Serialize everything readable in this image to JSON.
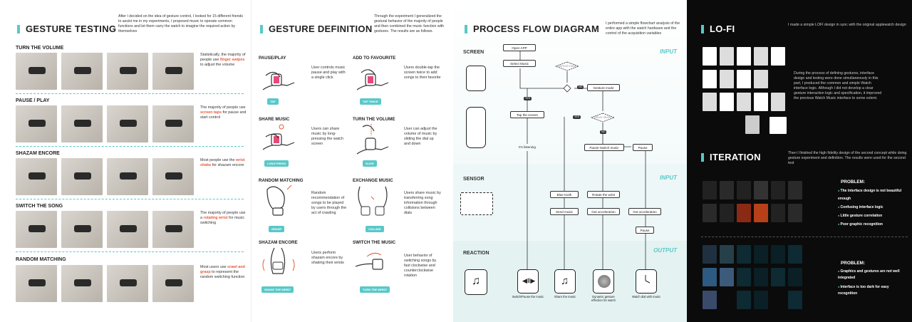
{
  "colors": {
    "accent": "#5ac8c8",
    "highlight": "#e85a3a",
    "dark": "#0b0b0b"
  },
  "testing": {
    "title": "GESTURE TESTING",
    "intro": "After I decided on the idea of gesture control, I looked for 15 different friends to assist me in my experiments, I proposed music to operate common functions and let them carry the watch to imagine the required action by themselves",
    "rows": [
      {
        "title": "TURN THE VOLUME",
        "pre": "Statistically, the majority of people use ",
        "hl": "finger swipes",
        "post": " to adjust the volume"
      },
      {
        "title": "PAUSE / PLAY",
        "pre": "The majority of people use ",
        "hl": "screen taps",
        "post": " for pause and start control"
      },
      {
        "title": "SHAZAM ENCORE",
        "pre": "Most people use the ",
        "hl": "wrist shake",
        "post": " for shazam encore"
      },
      {
        "title": "SWITCH THE SONG",
        "pre": "The majority of people use a ",
        "hl": "rotating wrist",
        "post": " for music switching"
      },
      {
        "title": "RANDOM MATCHING",
        "pre": "Most users use ",
        "hl": "crawl and grasp",
        "post": " to represent the random switching function"
      }
    ]
  },
  "definition": {
    "title": "GESTURE DEFINITION",
    "intro": "Through the experiment I generalized the gestural behavior of the majority of people and then combined the music function with gestures. The results are as follows.",
    "items": [
      {
        "title": "PAUSE/PLAY",
        "text": "User controls music pause and play with a single click",
        "badge": "TAP"
      },
      {
        "title": "ADD TO FAVOURITE",
        "text": "Users double-tap the screen twice to add songs to their favorite",
        "badge": "TAP TWICE"
      },
      {
        "title": "SHARE MUSIC",
        "text": "Users can share music by long-pressing the watch screen",
        "badge": "LONG PRESS"
      },
      {
        "title": "TURN THE VOLUME",
        "text": "User can adjust the volume of music by sliding the dial up and down",
        "badge": "SLIDE"
      },
      {
        "title": "RANDOM MATCHING",
        "text": "Random recommendation of songs to be played by users through the act of crawling",
        "badge": "GRASP"
      },
      {
        "title": "EXCHANGE MUSIC",
        "text": "Users share music by transferring song information through collisions between dials",
        "badge": "COLLIDE"
      },
      {
        "title": "SHAZAM ENCORE",
        "text": "Users perform shazam encore by shaking their wrists",
        "badge": "SHAKE THE WRIST"
      },
      {
        "title": "SWITCH THE MUSIC",
        "text": "User behavior of switching songs by fast clockwise and counterclockwise rotation",
        "badge": "TURN THE WRIST"
      }
    ]
  },
  "flow": {
    "title": "PROCESS FLOW DIAGRAM",
    "intro": "I performed a simple flowchart analysis of the entire app with the watch hardware and the control of the acquisition variables",
    "bands": [
      {
        "label": "SCREEN",
        "io": "INPUT"
      },
      {
        "label": "SENSOR",
        "io": "INPUT"
      },
      {
        "label": "REACTION",
        "io": "OUTPUT"
      }
    ],
    "nodes": {
      "open": "Open APP",
      "select": "Select Music",
      "normal": "Normal mode",
      "gesture": "Gesture mode",
      "tap": "Tap the screen",
      "listening": "It's listening",
      "share": "Share Music",
      "pause_switch": "Pause-Switch music",
      "pause": "Pause",
      "bluetooth": "Blue tooth",
      "send": "Send music",
      "rotate": "Rotate the wrist",
      "accel1": "Get acceleration",
      "accel2": "Get acceleration",
      "pause2": "Pause",
      "yes": "YES",
      "no": "NO"
    },
    "reactions": [
      {
        "label": "Switch/Pause the music"
      },
      {
        "label": "Share the music"
      },
      {
        "label": "Dynamic gesture effection for watch"
      },
      {
        "label": "Watch dial with music"
      }
    ]
  },
  "lofi": {
    "title": "LO-FI",
    "intro": "I made a simple LOFI design in sync with the original applewatch design",
    "text": "During the process of defining gestures, interface design and testing were done simultaneously in this part, I produced the common and simple Watch interface logic. Although I did not develop a clear gesture interaction logic and specification, it improved the previous Watch Music interface to some extent."
  },
  "iteration": {
    "title": "ITERATION",
    "intro": "Then I finished the high fidelity design of the second concept while doing gesture experiment and definition. The results were used for the second test",
    "problem1": {
      "title": "PROBLEM:",
      "items": [
        "The interface design is not beautiful enough",
        "Confusing interface logic",
        "Little gesture correlation",
        "Poor graphic recognition"
      ]
    },
    "problem2": {
      "title": "PROBLEM:",
      "items": [
        "Graphics and gestures are not well integrated",
        "Interface is too dark for easy recognition"
      ]
    }
  }
}
